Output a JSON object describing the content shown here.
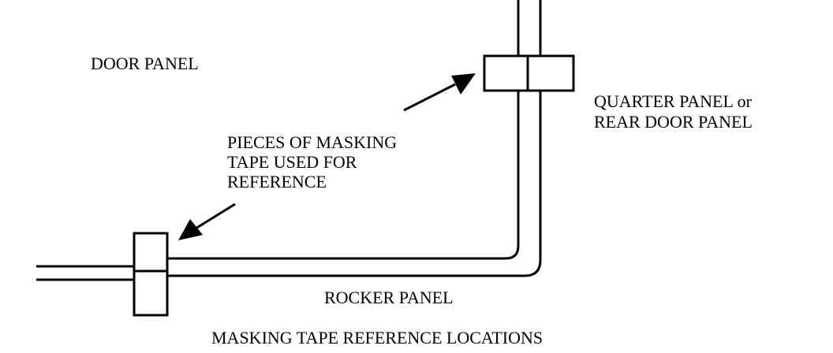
{
  "labels": {
    "door_panel": "DOOR PANEL",
    "quarter_panel_line1": "QUARTER PANEL or",
    "quarter_panel_line2": "REAR DOOR PANEL",
    "masking_line1": "PIECES OF MASKING",
    "masking_line2": "TAPE USED FOR",
    "masking_line3": "REFERENCE",
    "rocker_panel": "ROCKER PANEL",
    "caption": "MASKING TAPE REFERENCE LOCATIONS"
  },
  "colors": {
    "ink": "#000000",
    "background": "#ffffff"
  }
}
